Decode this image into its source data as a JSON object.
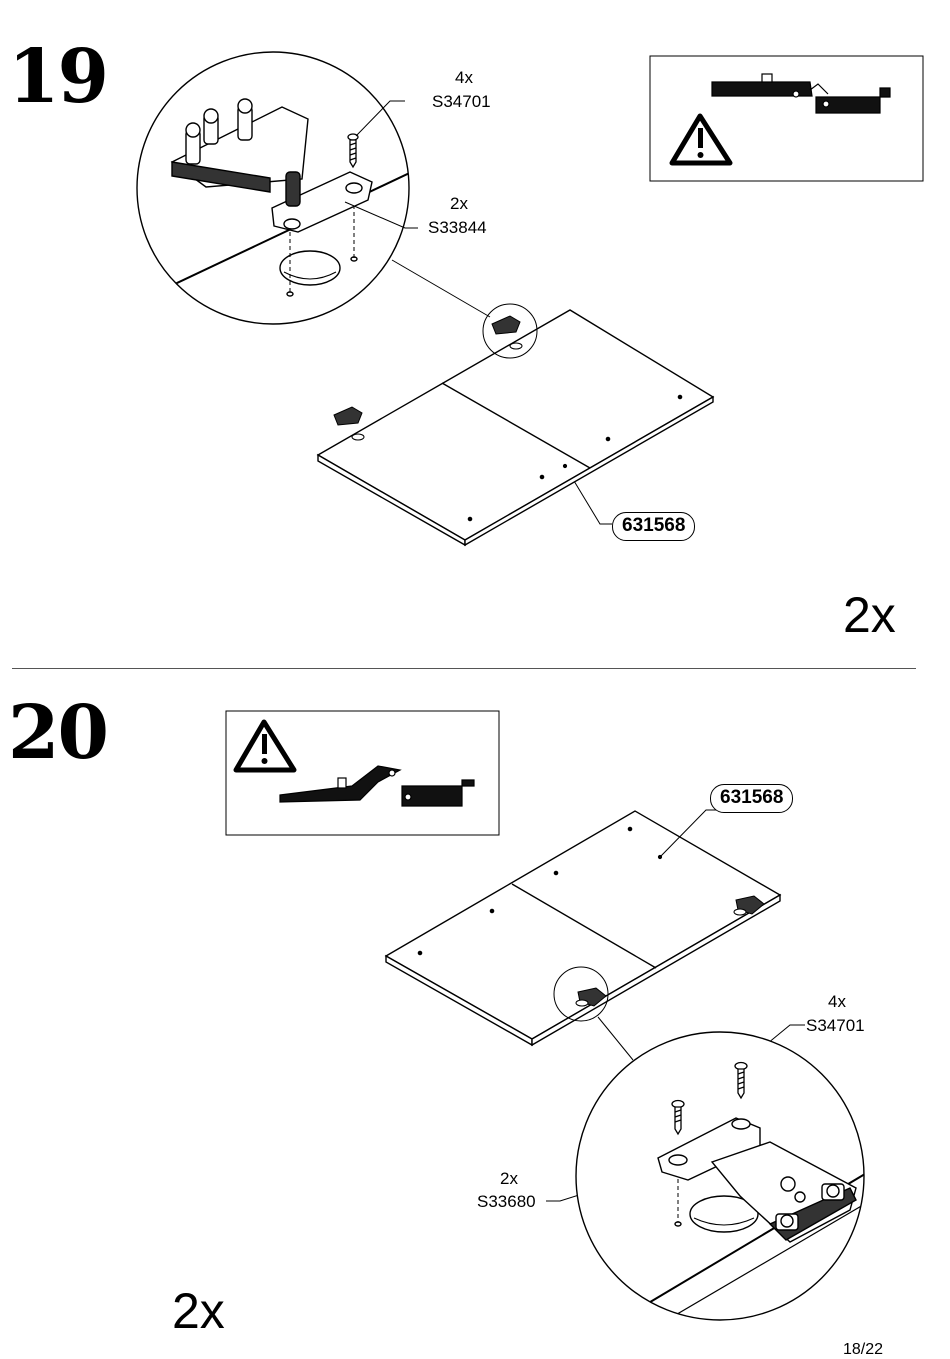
{
  "page": {
    "page_number": "18/22"
  },
  "step19": {
    "number": "19",
    "quantity": "2x",
    "panel_id": "631568",
    "callouts": [
      {
        "qty": "4x",
        "code": "S34701"
      },
      {
        "qty": "2x",
        "code": "S33844"
      }
    ]
  },
  "step20": {
    "number": "20",
    "quantity": "2x",
    "panel_id": "631568",
    "callouts": [
      {
        "qty": "4x",
        "code": "S34701"
      },
      {
        "qty": "2x",
        "code": "S33680"
      }
    ]
  }
}
